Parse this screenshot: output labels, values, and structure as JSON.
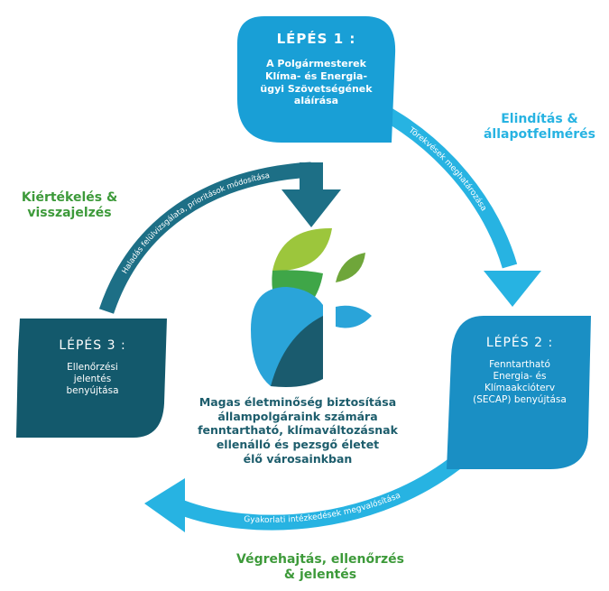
{
  "colors": {
    "dark_teal": "#13596c",
    "mid_teal": "#1d6f86",
    "sky_blue": "#199fd6",
    "cyan": "#27b3e2",
    "phase_green": "#3d9a3a",
    "center_text": "#1d5d6c",
    "leaf_lime": "#9cc63c",
    "leaf_green": "#3fa648",
    "leaf_olive": "#6fa63a",
    "leaf_blue": "#2aa4d9",
    "leaf_navy": "#1a5b6e",
    "white": "#ffffff"
  },
  "steps": [
    {
      "id": "step1",
      "title": "LÉPÉS 1 :",
      "lines": [
        "A Polgármesterek",
        "Klíma- és Energia-",
        "ügyi Szövetségének",
        "aláírása"
      ]
    },
    {
      "id": "step2",
      "title": "LÉPÉS 2 :",
      "lines": [
        "Fenntartható",
        "Energia- és",
        "Klímaakcióterv",
        "(SECAP) benyújtása"
      ]
    },
    {
      "id": "step3",
      "title": "LÉPÉS 3 :",
      "lines": [
        "Ellenőrzési",
        "jelentés",
        "benyújtása"
      ]
    }
  ],
  "phases": {
    "start": [
      "Elindítás &",
      "állapotfelmérés"
    ],
    "implementation": [
      "Végrehajtás, ellenőrzés",
      "& jelentés"
    ],
    "evaluation": [
      "Kiértékelés &",
      "visszajelzés"
    ]
  },
  "arrow_labels": {
    "right": "Törekvések meghatározása",
    "bottom": "Gyakorlati intézkedések megvalósítása",
    "left": "Haladás felülvizsgálata, prioritások módosítása"
  },
  "center": {
    "lines": [
      "Magas életminőség biztosítása",
      "állampolgáraink számára",
      "fenntartható, klímaváltozásnak",
      "ellenálló és pezsgő életet",
      "élő városainkban"
    ]
  }
}
